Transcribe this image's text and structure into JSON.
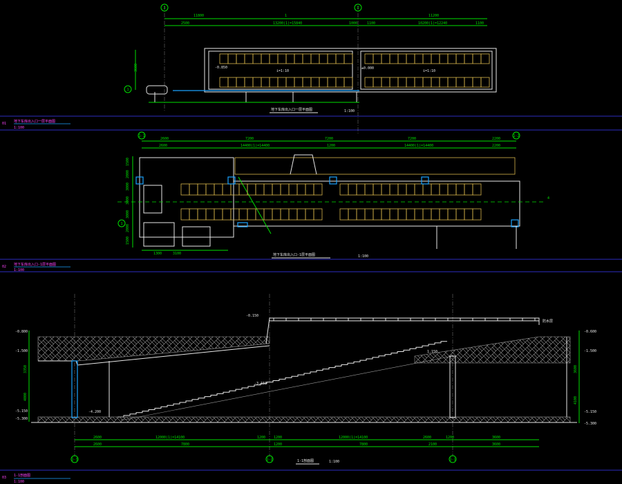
{
  "colors": {
    "background": "#000000",
    "dimension": "#00e000",
    "wall": "#e8e8e8",
    "parking": "#d8b64a",
    "column": "#1ba3ff",
    "titles": "#ff44ff",
    "separator": "#3a3aff"
  },
  "sheets": [
    {
      "number": "01",
      "title": "地下车库出入口一层平面图",
      "scale": "1:100"
    },
    {
      "number": "02",
      "title": "地下车库出入口-1层平面图",
      "scale": "1:100"
    },
    {
      "number": "03",
      "title": "1-1剖面图",
      "scale": "1:100"
    }
  ],
  "plan1": {
    "axes": [
      "3",
      "X",
      "1"
    ],
    "dims_top": [
      "11800",
      "1",
      "11200"
    ],
    "dims_second": [
      "2500",
      "13200(1)=15840",
      "1000",
      "1100",
      "10200(1)=12240",
      "1100"
    ],
    "elevations": [
      "±0.000",
      "-0.850"
    ],
    "ramp_labels": [
      "i=1:10",
      "i=1:10"
    ],
    "side_dim": "3600",
    "caption": "地下车库出入口一层平面图",
    "scale": "1:100"
  },
  "plan2": {
    "axes": [
      "1-1",
      "1-2",
      "1",
      "4"
    ],
    "dims_top": [
      "2600",
      "7200",
      "7200",
      "7200",
      "2200"
    ],
    "dims_second": [
      "2600",
      "14400(1)=14400",
      "1200",
      "14400(1)=14400",
      "2200"
    ],
    "left_dims": [
      "1500",
      "2000",
      "3000",
      "3000",
      "3000",
      "2000",
      "1500"
    ],
    "bottom_dims": [
      "1300",
      "3100"
    ],
    "caption": "地下车库出入口-1层平面图",
    "scale": "1:100"
  },
  "section": {
    "axes": [
      "1-3",
      "1-2",
      "1-1"
    ],
    "elevations_left": [
      "-0.800",
      "-1.500",
      "-5.150",
      "-5.300"
    ],
    "elevations_right": [
      "-0.600",
      "-1.500",
      "-5.150",
      "-5.300"
    ],
    "mid_labels": [
      "-0.150",
      "-3.150",
      "-4.200",
      "1.150"
    ],
    "vertical_dims_left": [
      "3350",
      "4000"
    ],
    "vertical_dims_right": [
      "3600",
      "4100"
    ],
    "dims_row1": [
      "2600",
      "12000(1)=14100",
      "1200",
      "1200",
      "12000(1)=14100",
      "2600",
      "1200",
      "3600"
    ],
    "dims_row2": [
      "2600",
      "7800",
      "1200",
      "7800",
      "2100",
      "3600"
    ],
    "caption": "1-1剖面图",
    "scale": "1:100",
    "roof_tag": "防水层"
  }
}
